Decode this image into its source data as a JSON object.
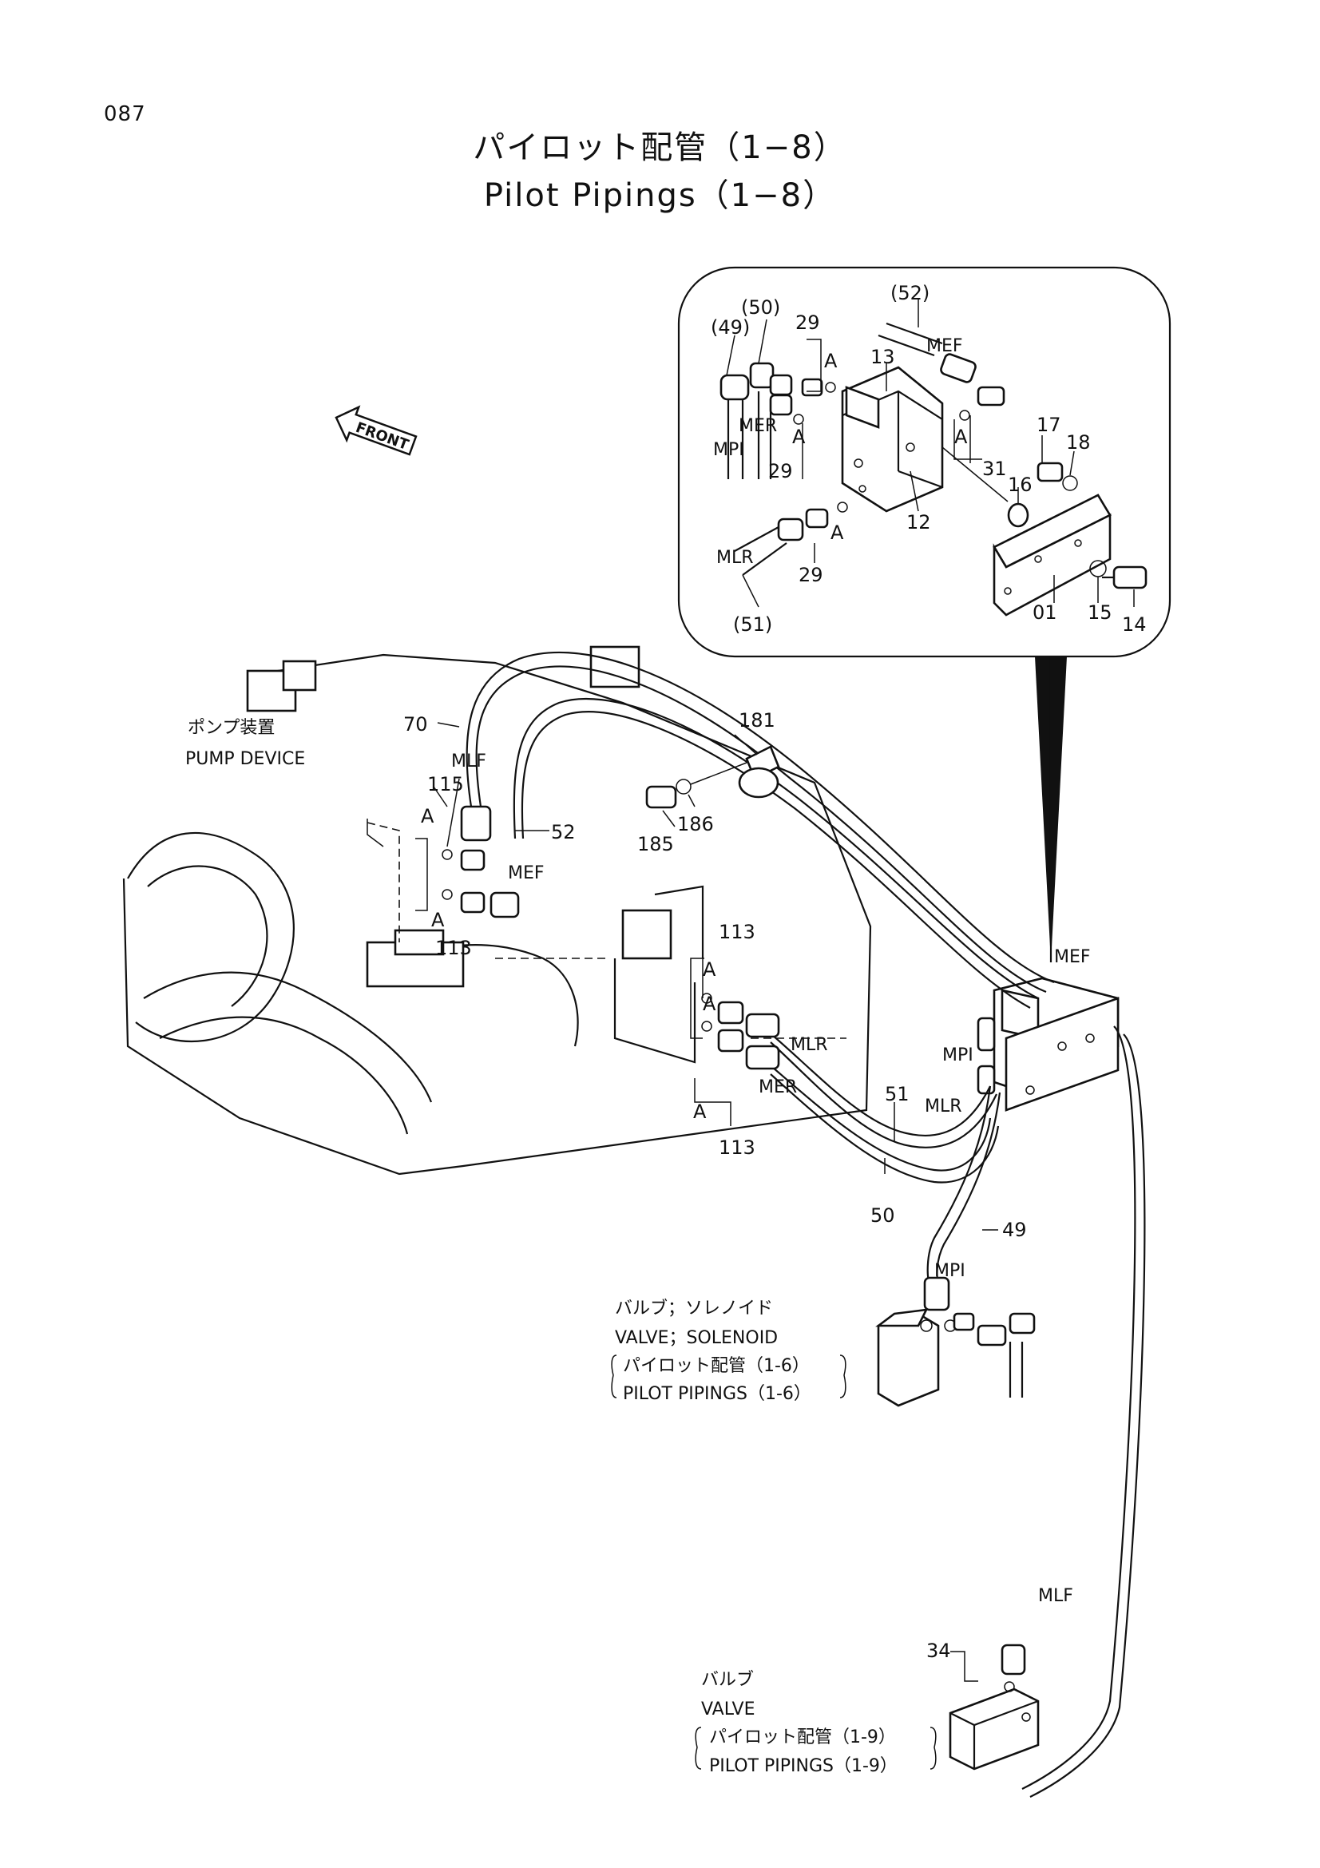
{
  "page_number": "087",
  "title_jp": "パイロット配管（1−8）",
  "title_en": "Pilot Pipings（1−8）",
  "front_label": "FRONT",
  "detail_labels": {
    "p49": "(49)",
    "p50": "(50)",
    "p52": "(52)",
    "p51": "(51)",
    "n29a": "29",
    "n29b": "29",
    "n29c": "29",
    "n13": "13",
    "n12": "12",
    "n31": "31",
    "n16": "16",
    "n17": "17",
    "n18": "18",
    "n01": "01",
    "n15": "15",
    "n14": "14",
    "a1": "A",
    "a2": "A",
    "a3": "A",
    "a4": "A",
    "mef": "MEF",
    "mer": "MER",
    "mpi": "MPI",
    "mlr": "MLR"
  },
  "main_labels": {
    "n181": "181",
    "n70": "70",
    "n115": "115",
    "n52": "52",
    "n186": "186",
    "n185": "185",
    "n113a": "113",
    "n113b": "113",
    "n113c": "113",
    "n51": "51",
    "n50": "50",
    "n49": "49",
    "n34": "34",
    "mlf1": "MLF",
    "mef1": "MEF",
    "mef2": "MEF",
    "mlr1": "MLR",
    "mer1": "MER",
    "mpi1": "MPI",
    "mlr2": "MLR",
    "mpi2": "MPI",
    "mlf2": "MLF",
    "a1": "A",
    "a2": "A",
    "a3": "A",
    "a4": "A",
    "a5": "A"
  },
  "captions": {
    "pump_jp": "ポンプ装置",
    "pump_en": "PUMP DEVICE",
    "solenoid_jp": "バルブ；ソレノイド",
    "solenoid_en": "VALVE；SOLENOID",
    "solenoid_ref_jp": "パイロット配管（1-6）",
    "solenoid_ref_en": "PILOT PIPINGS（1-6）",
    "valve_jp": "バルブ",
    "valve_en": "VALVE",
    "valve_ref_jp": "パイロット配管（1-9）",
    "valve_ref_en": "PILOT PIPINGS（1-9）"
  }
}
